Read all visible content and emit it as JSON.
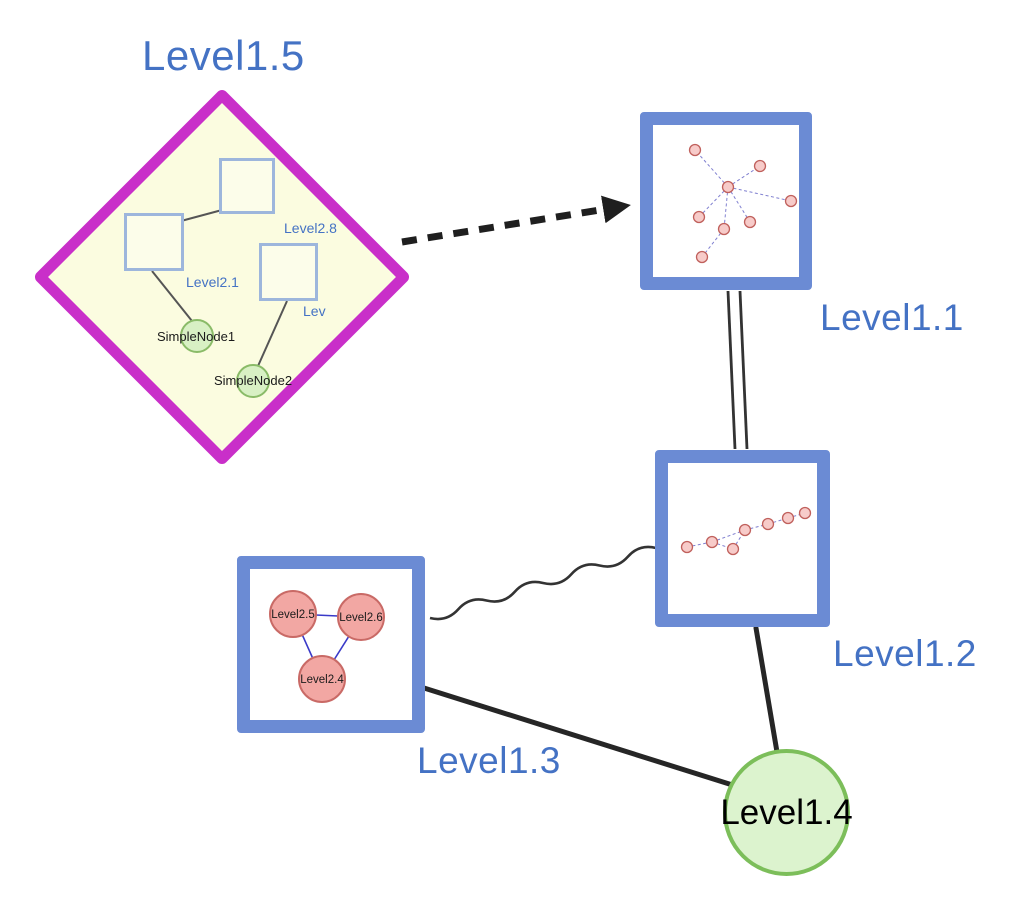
{
  "nodes": {
    "level15": {
      "label": "Level1.5",
      "shape": "diamond-group",
      "border_color": "#C92FC9",
      "fill": "#FBFCE0"
    },
    "level11": {
      "label": "Level1.1",
      "shape": "square",
      "border_color": "#6B8BD4"
    },
    "level12": {
      "label": "Level1.2",
      "shape": "square",
      "border_color": "#6B8BD4"
    },
    "level13": {
      "label": "Level1.3",
      "shape": "square",
      "border_color": "#6B8BD4"
    },
    "level14": {
      "label": "Level1.4",
      "shape": "circle",
      "fill": "#DCF3CE",
      "border_color": "#7CBE5A"
    }
  },
  "level15_contents": {
    "square_top": {
      "label": "Level2.8"
    },
    "square_left": {
      "label": "Level2.1"
    },
    "square_right": {
      "label": "Lev"
    },
    "circle1": {
      "label": "SimpleNode1"
    },
    "circle2": {
      "label": "SimpleNode2"
    }
  },
  "level13_contents": {
    "circle_left": {
      "label": "Level2.5"
    },
    "circle_right": {
      "label": "Level2.6"
    },
    "circle_bottom": {
      "label": "Level2.4"
    }
  },
  "edges": [
    {
      "source": "Level1.5",
      "target": "Level1.1",
      "style": "thick-dashed-arrow"
    },
    {
      "source": "Level1.1",
      "target": "Level1.2",
      "style": "double-line"
    },
    {
      "source": "Level1.3",
      "target": "Level1.2",
      "style": "wavy-line"
    },
    {
      "source": "Level1.3",
      "target": "Level1.4",
      "style": "thick-line"
    },
    {
      "source": "Level1.2",
      "target": "Level1.4",
      "style": "thick-line"
    }
  ],
  "colors": {
    "label_blue": "#4472C4",
    "diamond_border": "#C92FC9",
    "diamond_fill": "#FBFCE0",
    "node_border_blue": "#6B8BD4",
    "green_fill": "#D8F0C4",
    "green_border": "#8ABB68",
    "pink_fill": "#F2A7A3",
    "pink_border": "#C96A66",
    "edge_black": "#262626",
    "mini_edge_blue": "#8080D0"
  }
}
